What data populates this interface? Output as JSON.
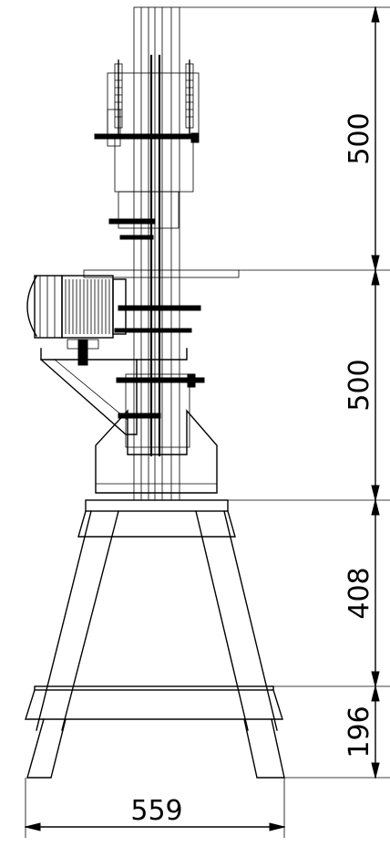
{
  "drawing": {
    "dimensions": [
      {
        "id": "upper-column",
        "label": "500"
      },
      {
        "id": "lower-column",
        "label": "500"
      },
      {
        "id": "stand-upper",
        "label": "408"
      },
      {
        "id": "stand-lower",
        "label": "196"
      },
      {
        "id": "base-width",
        "label": "559"
      }
    ]
  }
}
